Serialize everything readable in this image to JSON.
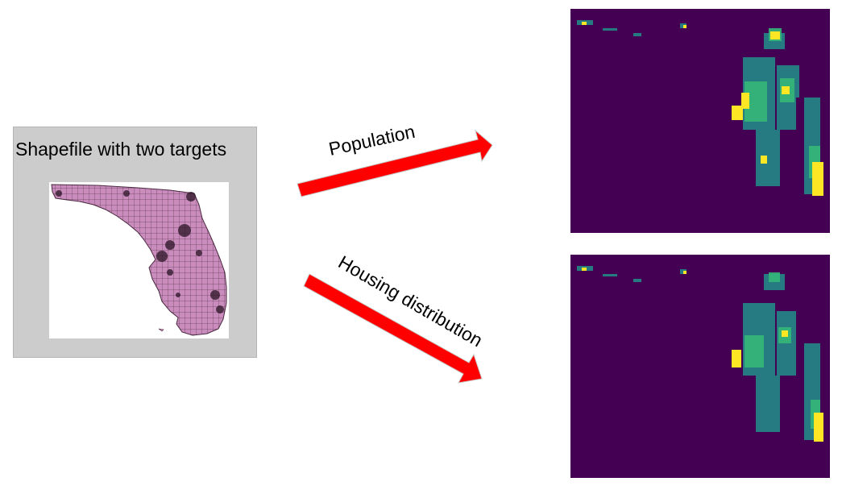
{
  "source": {
    "title": "Shapefile with two targets"
  },
  "arrows": {
    "population_label": "Population",
    "housing_label": "Housing distribution"
  },
  "colors": {
    "arrow_fill": "#ff0000",
    "panel_bg": "#cccccc",
    "map_fill": "#c98cbd",
    "heatmap_bg": "#440154",
    "heatmap_mid": "#21918c",
    "heatmap_high": "#fde725"
  },
  "outputs": {
    "population_map": "population heatmap",
    "housing_map": "housing distribution heatmap"
  }
}
